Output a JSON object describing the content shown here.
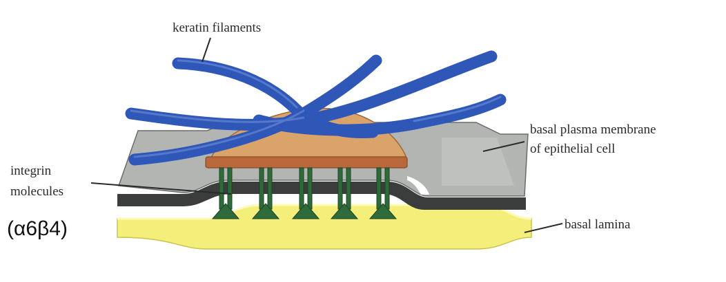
{
  "labels": {
    "keratin": "keratin filaments",
    "membrane_line1": "basal plasma membrane",
    "membrane_line2": "of epithelial cell",
    "integrin_line1": "integrin",
    "integrin_line2": "molecules",
    "integrin_type": "(α6β4)",
    "lamina": "basal lamina"
  },
  "colors": {
    "keratin": "#2f57b8",
    "plaque_top": "#d9a36a",
    "plaque_band": "#b8683a",
    "membrane": "#a8aaa8",
    "membrane_dark": "#3b3d3d",
    "integrin": "#2f6b3a",
    "lamina": "#f4ee7a",
    "leader": "#2a2a2a"
  }
}
